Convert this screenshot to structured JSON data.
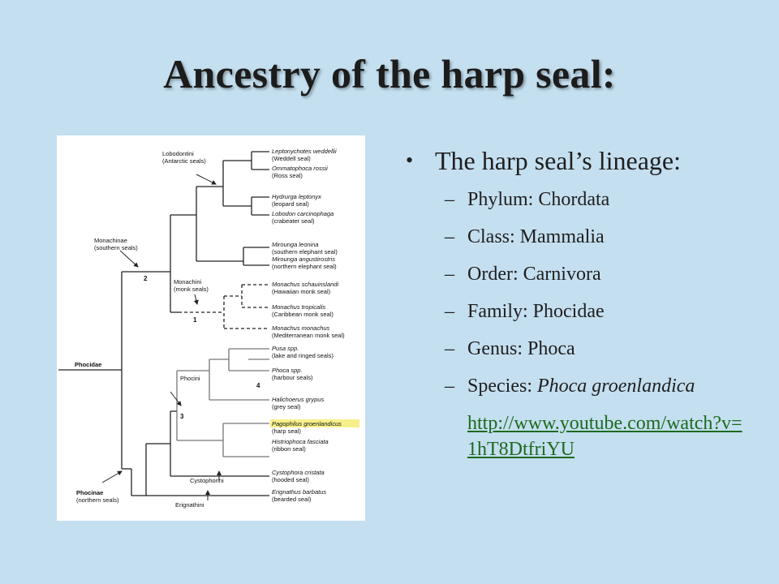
{
  "slide": {
    "title": "Ancestry of the harp seal:"
  },
  "tree": {
    "groups": {
      "lobodontini": "Lobodontini",
      "lobodontini_sub": "(Antarctic seals)",
      "monachinae": "Monachinae",
      "monachinae_sub": "(southern seals)",
      "monachini": "Monachini",
      "monachini_sub": "(monk seals)",
      "phocidae": "Phocidae",
      "phocini": "Phocini",
      "cystophorini": "Cystophorini",
      "phocinae": "Phocinae",
      "phocinae_sub": "(northern seals)",
      "erignathini": "Erignathini"
    },
    "node_labels": {
      "n1": "1",
      "n2": "2",
      "n3": "3",
      "n4": "4"
    },
    "taxa": [
      {
        "latin": "Leptonychotes weddellii",
        "common": "(Weddell seal)"
      },
      {
        "latin": "Ommatophoca rossii",
        "common": "(Ross seal)"
      },
      {
        "latin": "Hydrurga leptonyx",
        "common": "(leopard seal)"
      },
      {
        "latin": "Lobodon carcinophaga",
        "common": "(crabeater seal)"
      },
      {
        "latin": "Mirounga leonina",
        "common": "(southern elephant seal)"
      },
      {
        "latin": "Mirounga angustirostris",
        "common": "(northern elephant seal)"
      },
      {
        "latin": "Monachus schauinslandi",
        "common": "(Hawaiian monk seal)"
      },
      {
        "latin": "Monachus tropicalis",
        "common": "(Caribbean monk seal)"
      },
      {
        "latin": "Monachus monachus",
        "common": "(Mediterranean monk seal)"
      },
      {
        "latin": "Pusa spp.",
        "common": "(lake and ringed seals)"
      },
      {
        "latin": "Phoca spp.",
        "common": "(harbour seals)"
      },
      {
        "latin": "Halichoerus grypus",
        "common": "(grey seal)"
      },
      {
        "latin": "Pagophilus groenlandicus",
        "common": "(harp seal)"
      },
      {
        "latin": "Histriophoca fasciata",
        "common": "(ribbon seal)"
      },
      {
        "latin": "Cystophora cristata",
        "common": "(hooded seal)"
      },
      {
        "latin": "Erignathus barbatus",
        "common": "(bearded seal)"
      }
    ],
    "highlight_color": "#f7f08a"
  },
  "bullets": {
    "heading": "The harp seal’s lineage:",
    "items": [
      {
        "label": "Phylum: Chordata"
      },
      {
        "label": "Class: Mammalia"
      },
      {
        "label": "Order: Carnivora"
      },
      {
        "label": "Family: Phocidae"
      },
      {
        "label": "Genus: Phoca"
      },
      {
        "prefix": "Species: ",
        "italic": "Phoca groenlandica"
      }
    ],
    "link_text": "http://www.youtube.com/watch?v=1hT8DtfriYU",
    "link_color": "#1d6a1d"
  },
  "colors": {
    "background": "#c4dff0",
    "title": "#1c1c1c"
  }
}
